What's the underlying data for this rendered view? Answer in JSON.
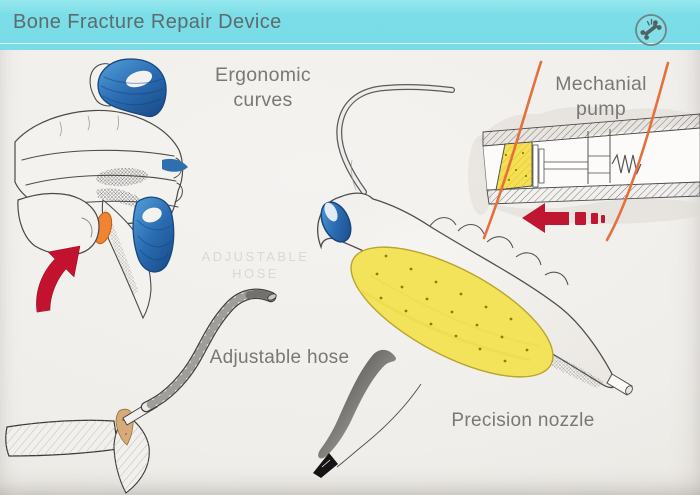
{
  "header": {
    "title": "Bone Fracture Repair Device",
    "icon": "fractured-bone-icon",
    "bg_color": "#7bdde7",
    "text_color": "#5a6c6e"
  },
  "annotations": {
    "ergonomic": {
      "line1": "Ergonomic",
      "line2": "curves"
    },
    "pump": {
      "line1": "Mechanial",
      "line2": "pump"
    },
    "hose": {
      "text": "Adjustable hose"
    },
    "nozzle": {
      "text": "Precision nozzle"
    }
  },
  "watermark": {
    "line1": "ADJUSTABLE",
    "line2": "HOSE"
  },
  "colors": {
    "device_blue": "#2e6fb0",
    "grip_yellow": "#f3e35b",
    "button_orange": "#f18433",
    "arrow_red": "#c2122f",
    "frame_orange": "#e4713d",
    "filler_tan": "#d6ab79"
  }
}
